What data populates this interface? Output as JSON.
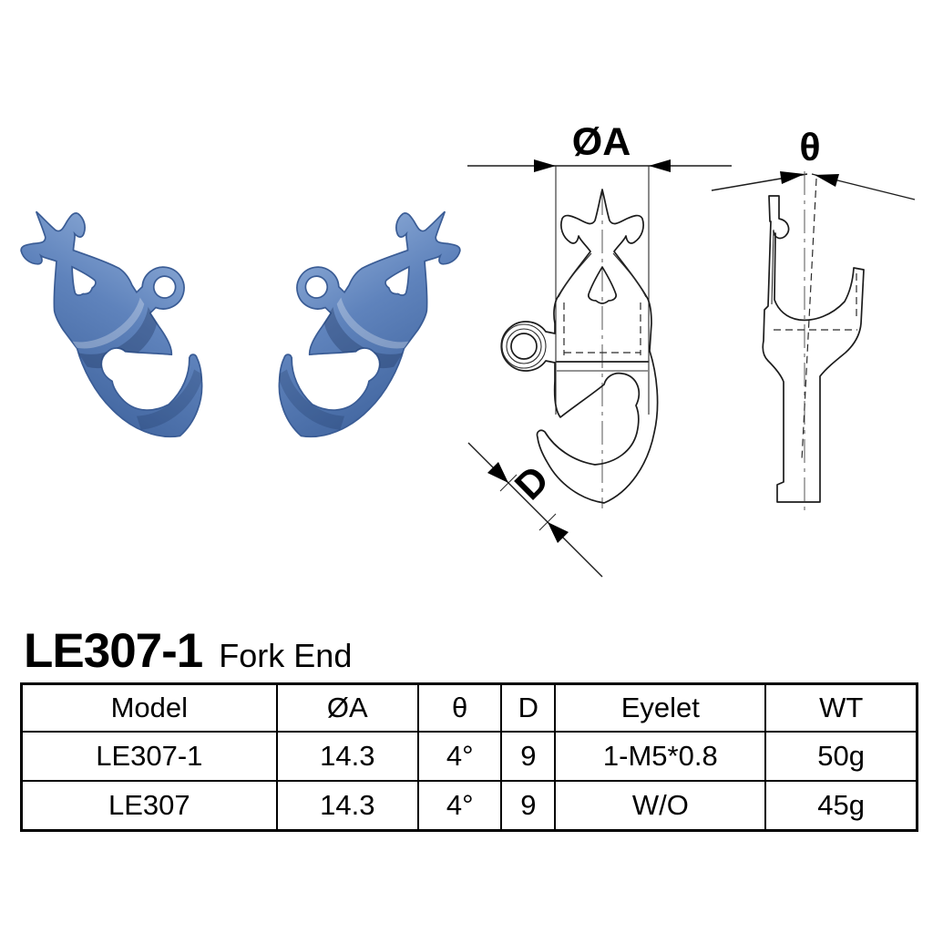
{
  "title": {
    "model": "LE307-1",
    "product_type": "Fork End"
  },
  "drawing_labels": {
    "diameter": "ØA",
    "angle": "θ",
    "opening": "D"
  },
  "colors": {
    "part_blue_light": "#9db9e0",
    "part_blue_mid": "#5f83bc",
    "part_blue_dark": "#3f639d",
    "line_color": "#1c1c1c"
  },
  "spec_table": {
    "headers": [
      "Model",
      "ØA",
      "θ",
      "D",
      "Eyelet",
      "WT"
    ],
    "rows": [
      [
        "LE307-1",
        "14.3",
        "4°",
        "9",
        "1-M5*0.8",
        "50g"
      ],
      [
        "LE307",
        "14.3",
        "4°",
        "9",
        "W/O",
        "45g"
      ]
    ]
  }
}
